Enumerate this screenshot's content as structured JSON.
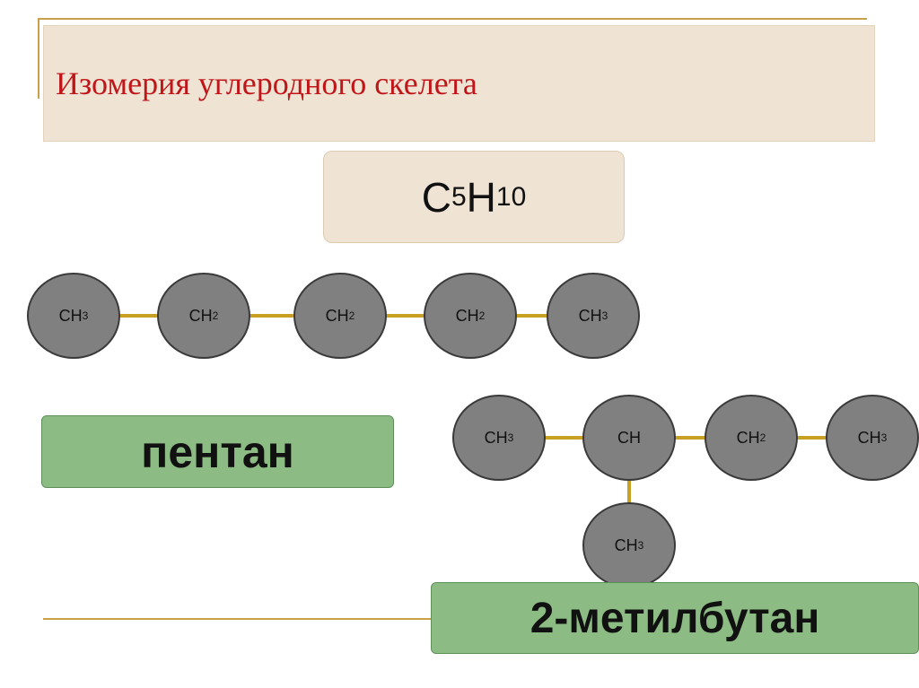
{
  "slide": {
    "title": "Изомерия углеродного скелета",
    "formula": {
      "c": "C",
      "c_sub": "5",
      "h": "H",
      "h_sub": "10"
    }
  },
  "pentane": {
    "name": "пентан",
    "atoms": [
      {
        "base": "CH",
        "sub": "3"
      },
      {
        "base": "CH",
        "sub": "2"
      },
      {
        "base": "CH",
        "sub": "2"
      },
      {
        "base": "CH",
        "sub": "2"
      },
      {
        "base": "CH",
        "sub": "3"
      }
    ]
  },
  "methylbutane": {
    "name": "2-метилбутан",
    "atoms": [
      {
        "base": "CH",
        "sub": "3"
      },
      {
        "base": "CH",
        "sub": ""
      },
      {
        "base": "CH",
        "sub": "2"
      },
      {
        "base": "CH",
        "sub": "3"
      },
      {
        "base": "CH",
        "sub": "3"
      }
    ]
  },
  "colors": {
    "title_text": "#c0161a",
    "atom_fill": "#808080",
    "bond": "#c8a024",
    "name_box": "#8cbc84",
    "panel": "#efe3d3"
  }
}
